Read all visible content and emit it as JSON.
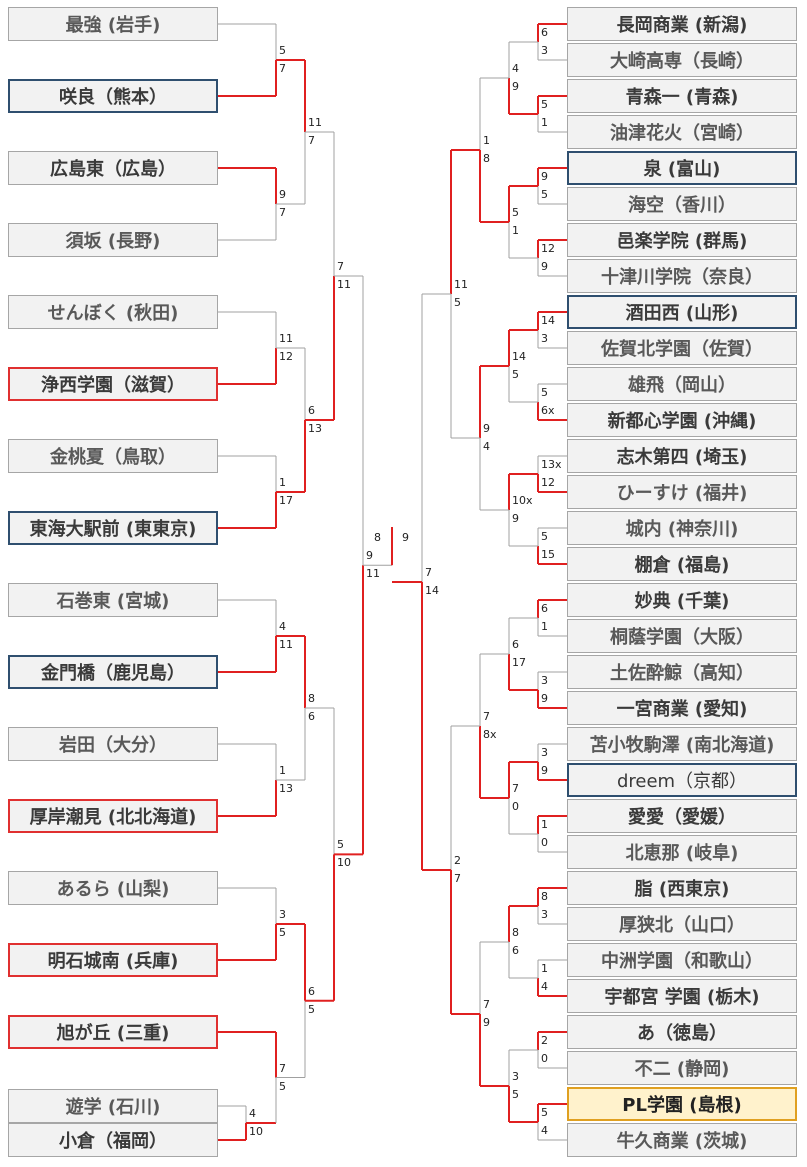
{
  "left_teams": [
    {
      "name": "最強 (岩手)"
    },
    {
      "name": "咲良（熊本）"
    },
    {
      "name": "広島東（広島）"
    },
    {
      "name": "須坂 (長野)"
    },
    {
      "name": "せんぼく (秋田)"
    },
    {
      "name": "浄西学園（滋賀）"
    },
    {
      "name": "金桃夏（鳥取）"
    },
    {
      "name": "東海大駅前 (東東京)"
    },
    {
      "name": "石巻東 (宮城)"
    },
    {
      "name": "金門橋（鹿児島）"
    },
    {
      "name": "岩田（大分）"
    },
    {
      "name": "厚岸潮見 (北北海道)"
    },
    {
      "name": "あるら (山梨)"
    },
    {
      "name": "明石城南 (兵庫)"
    },
    {
      "name": "旭が丘 (三重)"
    },
    {
      "name": "遊学 (石川)"
    },
    {
      "name": "小倉（福岡）"
    }
  ],
  "right_teams": [
    {
      "name": "長岡商業 (新潟)"
    },
    {
      "name": "大崎高専（長崎）"
    },
    {
      "name": "青森一 (青森)"
    },
    {
      "name": "油津花火（宮崎）"
    },
    {
      "name": "泉 (富山)"
    },
    {
      "name": "海空（香川）"
    },
    {
      "name": "邑楽学院 (群馬)"
    },
    {
      "name": "十津川学院（奈良）"
    },
    {
      "name": "酒田西 (山形)"
    },
    {
      "name": "佐賀北学園（佐賀）"
    },
    {
      "name": "雄飛（岡山）"
    },
    {
      "name": "新都心学園 (沖縄)"
    },
    {
      "name": "志木第四 (埼玉)"
    },
    {
      "name": "ひーすけ (福井)"
    },
    {
      "name": "城内 (神奈川)"
    },
    {
      "name": "棚倉 (福島)"
    },
    {
      "name": "妙典 (千葉)"
    },
    {
      "name": "桐蔭学園（大阪）"
    },
    {
      "name": "土佐酔鯨（高知）"
    },
    {
      "name": "一宮商業 (愛知)"
    },
    {
      "name": "苫小牧駒澤 (南北海道)"
    },
    {
      "name": "dreem（京都）"
    },
    {
      "name": "愛愛（愛媛）"
    },
    {
      "name": "北恵那 (岐阜)"
    },
    {
      "name": "脂 (西東京)"
    },
    {
      "name": "厚狭北（山口）"
    },
    {
      "name": "中洲学園（和歌山）"
    },
    {
      "name": "宇都宮 学園 (栃木)"
    },
    {
      "name": "あ（徳島）"
    },
    {
      "name": "不二 (静岡)"
    },
    {
      "name": "PL学園 (島根)"
    },
    {
      "name": "牛久商業 (茨城)"
    }
  ],
  "scores": {
    "l1_m1": [
      "5",
      "7"
    ],
    "l1_m2": [
      "9",
      "7"
    ],
    "l1_m3": [
      "11",
      "12"
    ],
    "l1_m4": [
      "1",
      "17"
    ],
    "l1_m5": [
      "4",
      "11"
    ],
    "l1_m6": [
      "1",
      "13"
    ],
    "l1_m7": [
      "3",
      "5"
    ],
    "l1_m8": [
      "7",
      "5"
    ],
    "l1_m9": [
      "4",
      "10"
    ],
    "l2_m1": [
      "11",
      "7"
    ],
    "l2_m2": [
      "6",
      "13"
    ],
    "l2_m3": [
      "8",
      "6"
    ],
    "l2_m4": [
      "6",
      "5"
    ],
    "l3_m1": [
      "7",
      "11"
    ],
    "l3_m2": [
      "5",
      "10"
    ],
    "l4": [
      "9",
      "11"
    ],
    "final": [
      "8",
      "9"
    ],
    "r4": [
      "7",
      "14"
    ],
    "r3_m1": [
      "11",
      "5"
    ],
    "r3_m2": [
      "2",
      "7"
    ],
    "r2_m1": [
      "1",
      "8"
    ],
    "r2_m2": [
      "9",
      "4"
    ],
    "r2_m3": [
      "7",
      "8x"
    ],
    "r2_m4": [
      "7",
      "9"
    ],
    "r1_m1": [
      "4",
      "9"
    ],
    "r1_m2": [
      "5",
      "1"
    ],
    "r1_m3": [
      "14",
      "5"
    ],
    "r1_m4": [
      "10x",
      "9"
    ],
    "r1_m5": [
      "6",
      "17"
    ],
    "r1_m6": [
      "7",
      "0"
    ],
    "r1_m7": [
      "8",
      "6"
    ],
    "r1_m8": [
      "3",
      "5"
    ],
    "r0_m1": [
      "6",
      "3"
    ],
    "r0_m2": [
      "5",
      "1"
    ],
    "r0_m3": [
      "9",
      "5"
    ],
    "r0_m4": [
      "12",
      "9"
    ],
    "r0_m5": [
      "14",
      "3"
    ],
    "r0_m6": [
      "5",
      "6x"
    ],
    "r0_m7": [
      "13x",
      "12"
    ],
    "r0_m8": [
      "5",
      "15"
    ],
    "r0_m9": [
      "6",
      "1"
    ],
    "r0_m10": [
      "3",
      "9"
    ],
    "r0_m11": [
      "3",
      "9"
    ],
    "r0_m12": [
      "1",
      "0"
    ],
    "r0_m13": [
      "8",
      "3"
    ],
    "r0_m14": [
      "1",
      "4"
    ],
    "r0_m15": [
      "2",
      "0"
    ],
    "r0_m16": [
      "5",
      "4"
    ]
  },
  "colors": {
    "win_line": "#e02020",
    "lose_line": "#a0a0a0"
  }
}
